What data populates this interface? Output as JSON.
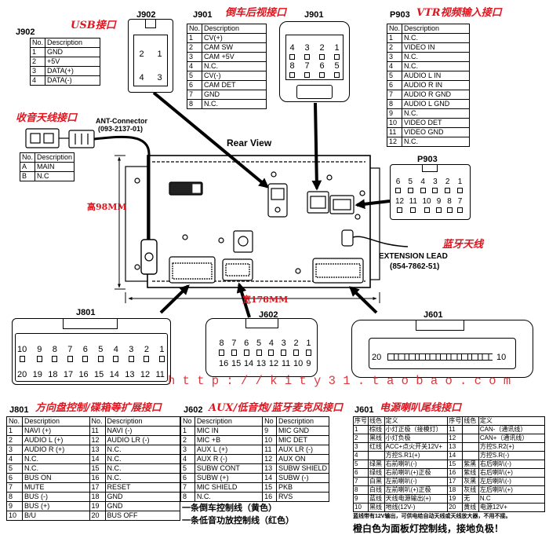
{
  "view_title": "Rear View",
  "colors": {
    "caption_red": "#e0141e",
    "watermark_red": "#d9232a"
  },
  "j902_table": {
    "id": "J902",
    "caption": "USB接口",
    "headers": [
      "No.",
      "Description"
    ],
    "rows": [
      [
        "1",
        "GND"
      ],
      [
        "2",
        "+5V"
      ],
      [
        "3",
        "DATA(+)"
      ],
      [
        "4",
        "DATA(-)"
      ]
    ]
  },
  "j901_table": {
    "id": "J901",
    "caption": "倒车后视接口",
    "headers": [
      "No.",
      "Description"
    ],
    "rows": [
      [
        "1",
        "CV(+)"
      ],
      [
        "2",
        "CAM SW"
      ],
      [
        "3",
        "CAM +5V"
      ],
      [
        "4",
        "N.C."
      ],
      [
        "5",
        "CV(-)"
      ],
      [
        "6",
        "CAM DET"
      ],
      [
        "7",
        "GND"
      ],
      [
        "8",
        "N.C."
      ]
    ]
  },
  "p903_table": {
    "id": "P903",
    "caption": "VTR视频输入接口",
    "headers": [
      "No.",
      "Description"
    ],
    "rows": [
      [
        "1",
        "N.C."
      ],
      [
        "2",
        "VIDEO IN"
      ],
      [
        "3",
        "N.C."
      ],
      [
        "4",
        "N.C."
      ],
      [
        "5",
        "AUDIO L IN"
      ],
      [
        "6",
        "AUDIO R IN"
      ],
      [
        "7",
        "AUDIO R GND"
      ],
      [
        "8",
        "AUDIO L GND"
      ],
      [
        "9",
        "N.C."
      ],
      [
        "10",
        "VIDEO DET"
      ],
      [
        "11",
        "VIDEO GND"
      ],
      [
        "12",
        "N.C."
      ]
    ]
  },
  "ant_table": {
    "caption": "收音天线接口",
    "connector_name": "ANT-Connector",
    "part_number": "(093-2137-01)",
    "headers": [
      "No.",
      "Description"
    ],
    "rows": [
      [
        "A",
        "MAIN"
      ],
      [
        "B",
        "N.C"
      ]
    ]
  },
  "connectors": {
    "j902": {
      "label": "J902",
      "pin_rows": [
        [
          "2",
          "1"
        ],
        [
          "4",
          "3"
        ]
      ]
    },
    "j901": {
      "label": "J901",
      "pin_rows": [
        [
          "4",
          "3",
          "2",
          "1"
        ],
        [
          "8",
          "7",
          "6",
          "5"
        ]
      ]
    },
    "p903": {
      "label": "P903",
      "pin_rows": [
        [
          "6",
          "5",
          "4",
          "3",
          "2",
          "1"
        ],
        [
          "12",
          "11",
          "10",
          "9",
          "8",
          "7"
        ]
      ]
    },
    "j801": {
      "label": "J801",
      "pin_rows": [
        [
          "10",
          "9",
          "8",
          "7",
          "6",
          "5",
          "4",
          "3",
          "2",
          "1"
        ],
        [
          "20",
          "19",
          "18",
          "17",
          "16",
          "15",
          "14",
          "13",
          "12",
          "11"
        ]
      ]
    },
    "j602": {
      "label": "J602",
      "pin_rows": [
        [
          "8",
          "7",
          "6",
          "5",
          "4",
          "3",
          "2",
          "1"
        ],
        [
          "16",
          "15",
          "14",
          "13",
          "12",
          "11",
          "10",
          "9"
        ]
      ]
    },
    "j601": {
      "label": "J601",
      "left_pin": "20",
      "right_pin": "10"
    }
  },
  "dimensions": {
    "height": "高98MM",
    "width": "宽178MM"
  },
  "bluetooth_antenna": "蓝牙天线",
  "extension_lead": {
    "name": "EXTENSION LEAD",
    "part_number": "(854-7862-51)"
  },
  "watermark": "h t t p : / / k i t y 3 1 . t a o b a o . c o m",
  "j801_table": {
    "id": "J801",
    "caption": "方向盘控制/碟箱等扩展接口",
    "headers": [
      "No.",
      "Description",
      "No.",
      "Description"
    ],
    "rows": [
      [
        "1",
        "NAVI (+)",
        "11",
        "NAVI (-)"
      ],
      [
        "2",
        "AUDIO L (+)",
        "12",
        "AUDIO LR (-)"
      ],
      [
        "3",
        "AUDIO R (+)",
        "13",
        "N.C."
      ],
      [
        "4",
        "N.C.",
        "14",
        "N.C."
      ],
      [
        "5",
        "N.C.",
        "15",
        "N.C."
      ],
      [
        "6",
        "BUS ON",
        "16",
        "N.C."
      ],
      [
        "7",
        "MUTE",
        "17",
        "RESET"
      ],
      [
        "8",
        "BUS (-)",
        "18",
        "GND"
      ],
      [
        "9",
        "BUS (+)",
        "19",
        "GND"
      ],
      [
        "10",
        "B/U",
        "20",
        "BUS OFF"
      ]
    ]
  },
  "j602_table": {
    "id": "J602",
    "caption": "AUX/低音炮/蓝牙麦克风接口",
    "headers": [
      "No",
      "Description",
      "No",
      "Description"
    ],
    "rows": [
      [
        "1",
        "MIC IN",
        "9",
        "MIC GND"
      ],
      [
        "2",
        "MIC +B",
        "10",
        "MIC DET"
      ],
      [
        "3",
        "AUX L (+)",
        "11",
        "AUX LR (-)"
      ],
      [
        "4",
        "AUX R (-)",
        "12",
        "AUX ON"
      ],
      [
        "5",
        "SUBW CONT",
        "13",
        "SUBW SHIELD"
      ],
      [
        "6",
        "SUBW (+)",
        "14",
        "SUBW (-)"
      ],
      [
        "7",
        "MIC SHIELD",
        "15",
        "PKB"
      ],
      [
        "8",
        "N.C.",
        "16",
        "RVS"
      ]
    ]
  },
  "j602_notes": [
    "一条倒车控制线（黄色）",
    "一条低音功放控制线（红色）"
  ],
  "j601_table": {
    "id": "J601",
    "caption": "电源喇叭尾线接口",
    "headers": [
      "序号",
      "线色",
      "定义",
      "序号",
      "线色",
      "定义"
    ],
    "rows": [
      [
        "1",
        "棕线",
        "小灯正极（接模灯）",
        "11",
        "",
        "CAN-（通讯线）"
      ],
      [
        "2",
        "黑线",
        "小灯负极",
        "12",
        "",
        "CAN+（通讯线）"
      ],
      [
        "3",
        "红线",
        "ACC+点火开关12V+",
        "13",
        "",
        "方控S.R2(+)"
      ],
      [
        "4",
        "",
        "方控S.R1(+)",
        "14",
        "",
        "方控S.R(-)"
      ],
      [
        "5",
        "绿黑",
        "右前喇叭(-)",
        "15",
        "紫黑",
        "右后喇叭(-)"
      ],
      [
        "6",
        "绿线",
        "右前喇叭(+)正极",
        "16",
        "紫线",
        "右后喇叭(+)"
      ],
      [
        "7",
        "白黑",
        "左前喇叭(-)",
        "17",
        "灰黑",
        "左后喇叭(-)"
      ],
      [
        "8",
        "白线",
        "左前喇叭(+)正极",
        "18",
        "灰线",
        "左后喇叭(+)"
      ],
      [
        "9",
        "蓝线",
        "天线电源输出(+)",
        "19",
        "无",
        "N.C"
      ],
      [
        "10",
        "黑线",
        "地线(12V-)",
        "20",
        "黄线",
        "电源12V+"
      ]
    ]
  },
  "j601_notes": {
    "small": "蓝线带有12V输出，可供电给自动天线或天线放大器，不用不接。",
    "big": "橙白色为面板灯控制线，接地负极！"
  }
}
